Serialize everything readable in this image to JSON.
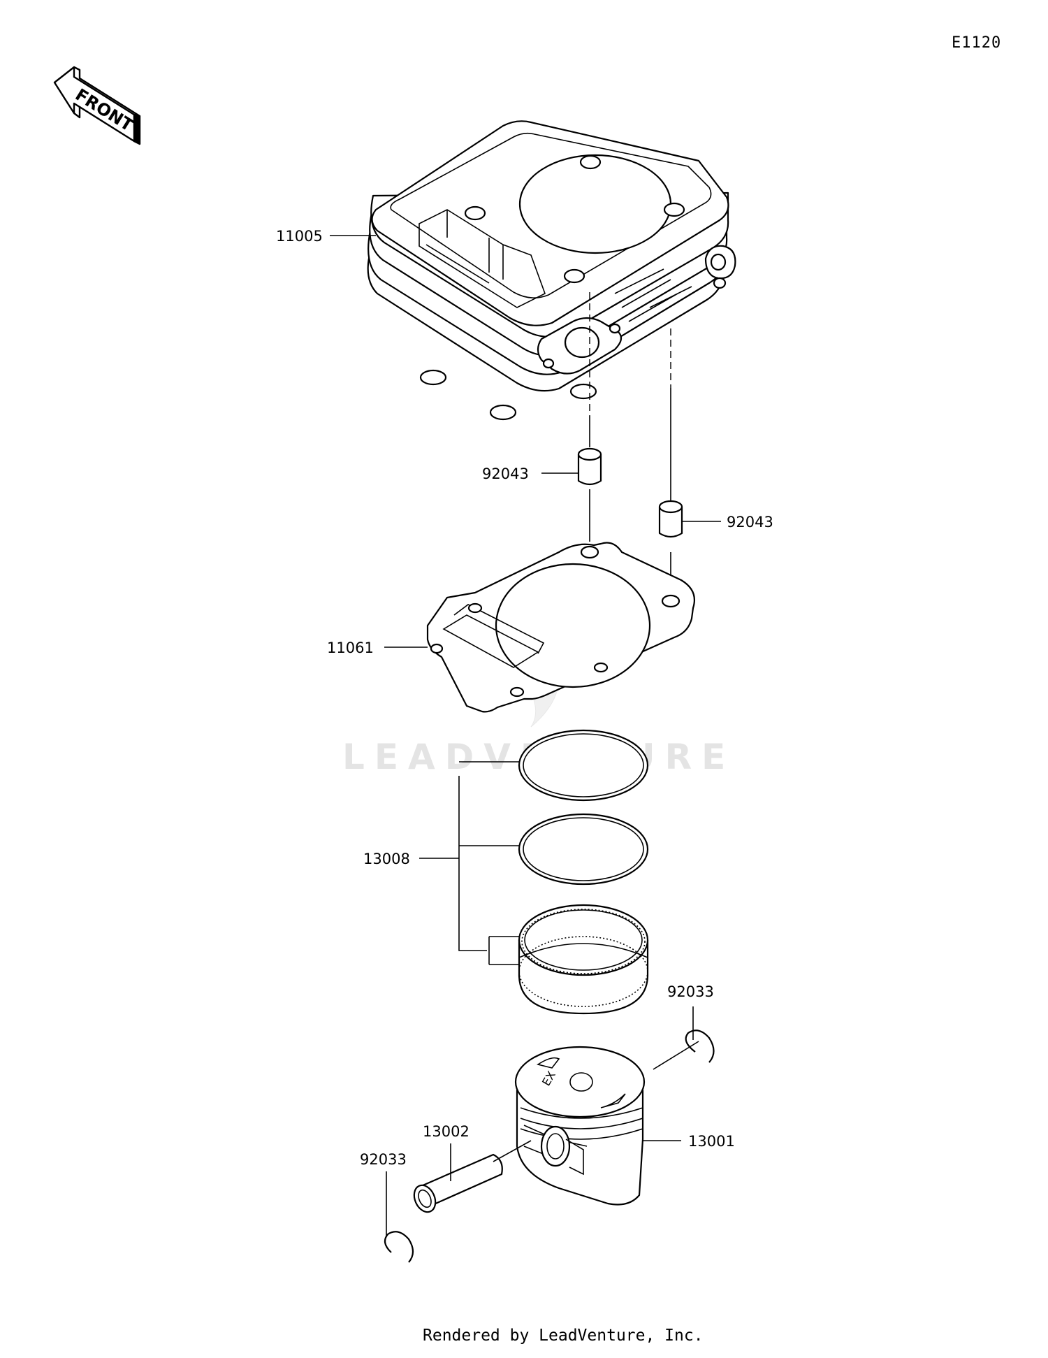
{
  "diagram_code": "E1120",
  "front_arrow_text": "FRONT",
  "watermark": "LEADVENTURE",
  "footer": "Rendered by LeadVenture, Inc.",
  "callouts": {
    "cylinder": "11005",
    "dowel_pin_left": "92043",
    "dowel_pin_right": "92043",
    "cylinder_gasket": "11061",
    "piston_ring_set": "13008",
    "circlip_right": "92033",
    "piston": "13001",
    "piston_pin": "13002",
    "circlip_left": "92033"
  },
  "piston_marking": "EX"
}
